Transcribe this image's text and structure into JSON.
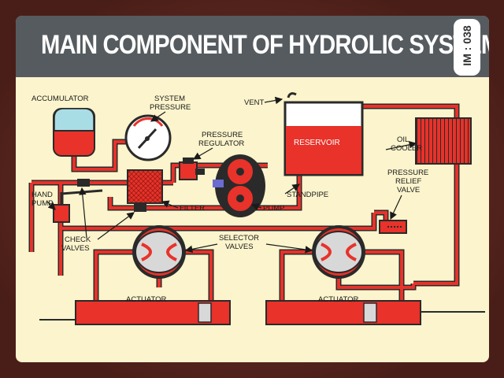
{
  "header": {
    "title": "MAIN COMPONENT OF HYDROLIC SYSTEM",
    "badge": "IM : 038"
  },
  "labels": {
    "accumulator": "ACCUMULATOR",
    "system_pressure_1": "SYSTEM",
    "system_pressure_2": "PRESSURE",
    "vent": "VENT",
    "pressure_regulator_1": "PRESSURE",
    "pressure_regulator_2": "REGULATOR",
    "reservoir": "RESERVOIR",
    "oil_cooler_1": "OIL",
    "oil_cooler_2": "COOLER",
    "pressure_relief_1": "PRESSURE",
    "pressure_relief_2": "RELIEF",
    "pressure_relief_3": "VALVE",
    "standpipe": "STANDPIPE",
    "hand_pump_1": "HAND",
    "hand_pump_2": "PUMP",
    "filter": "FILTER",
    "pump": "PUMP",
    "check_valves_1": "CHECK",
    "check_valves_2": "VALVES",
    "selector_valves_1": "SELECTOR",
    "selector_valves_2": "VALVES",
    "actuator_left": "ACTUATOR",
    "actuator_right": "ACTUATOR"
  },
  "colors": {
    "fluid": "#e8322a",
    "outline": "#2a2a2a",
    "background": "#fbf4cc",
    "banner": "#555b5f"
  }
}
